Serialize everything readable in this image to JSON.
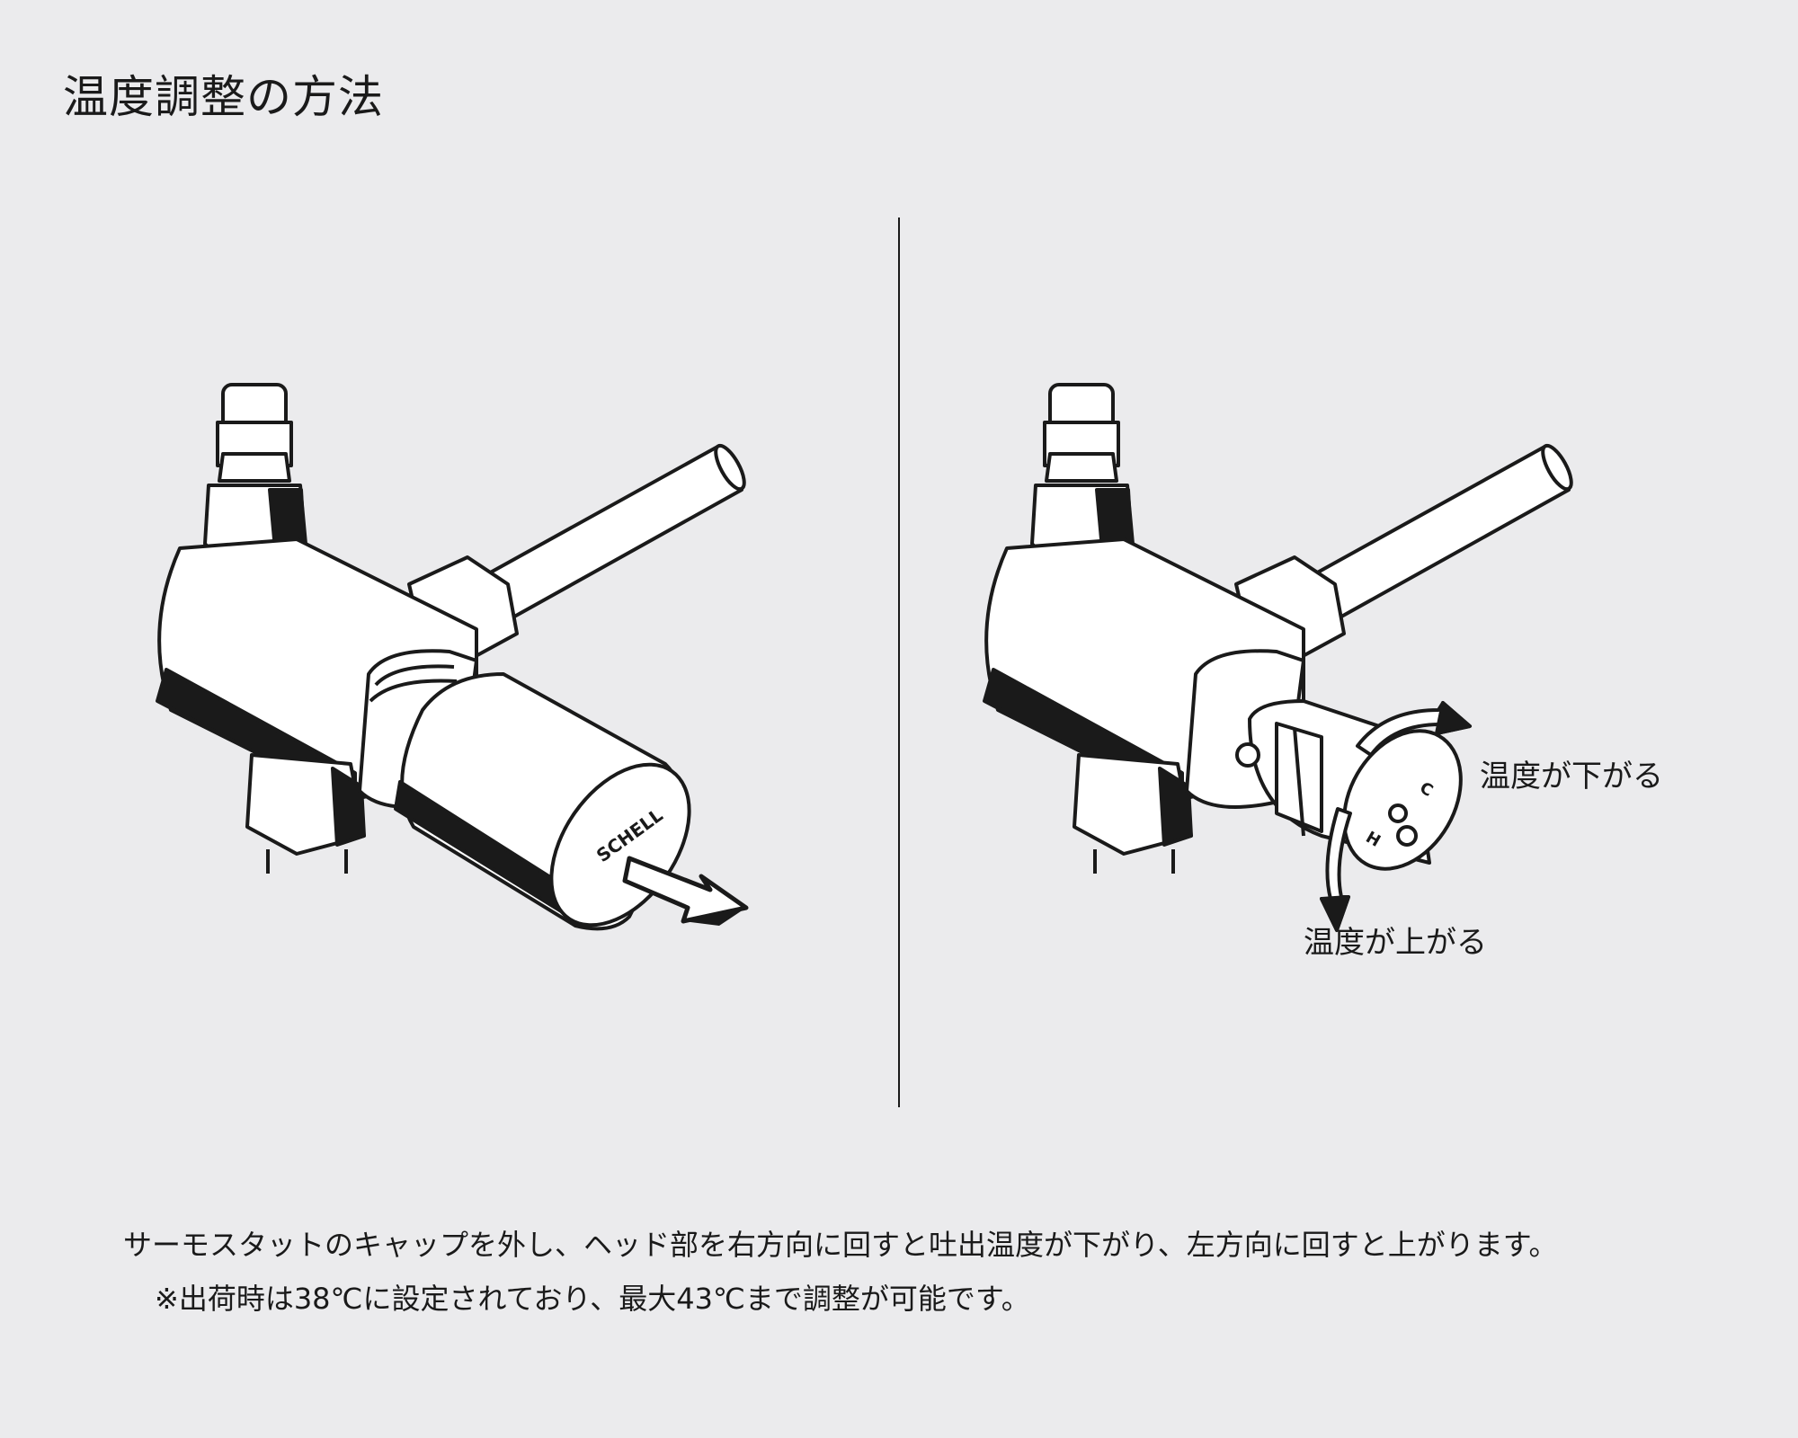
{
  "title": "温度調整の方法",
  "right_panel": {
    "label_down": "温度が下がる",
    "label_up": "温度が上がる",
    "dial_letters": {
      "hot": "H",
      "cold": "C"
    }
  },
  "left_panel": {
    "cap_brand": "SCHELL"
  },
  "caption": {
    "line1": "サーモスタットのキャップを外し、ヘッド部を右方向に回すと吐出温度が下がり、左方向に回すと上がります。",
    "line2": "※出荷時は38℃に設定されており、最大43℃まで調整が可能です。"
  },
  "colors": {
    "background": "#ebebed",
    "line": "#1a1a1a",
    "fill": "#ffffff"
  }
}
